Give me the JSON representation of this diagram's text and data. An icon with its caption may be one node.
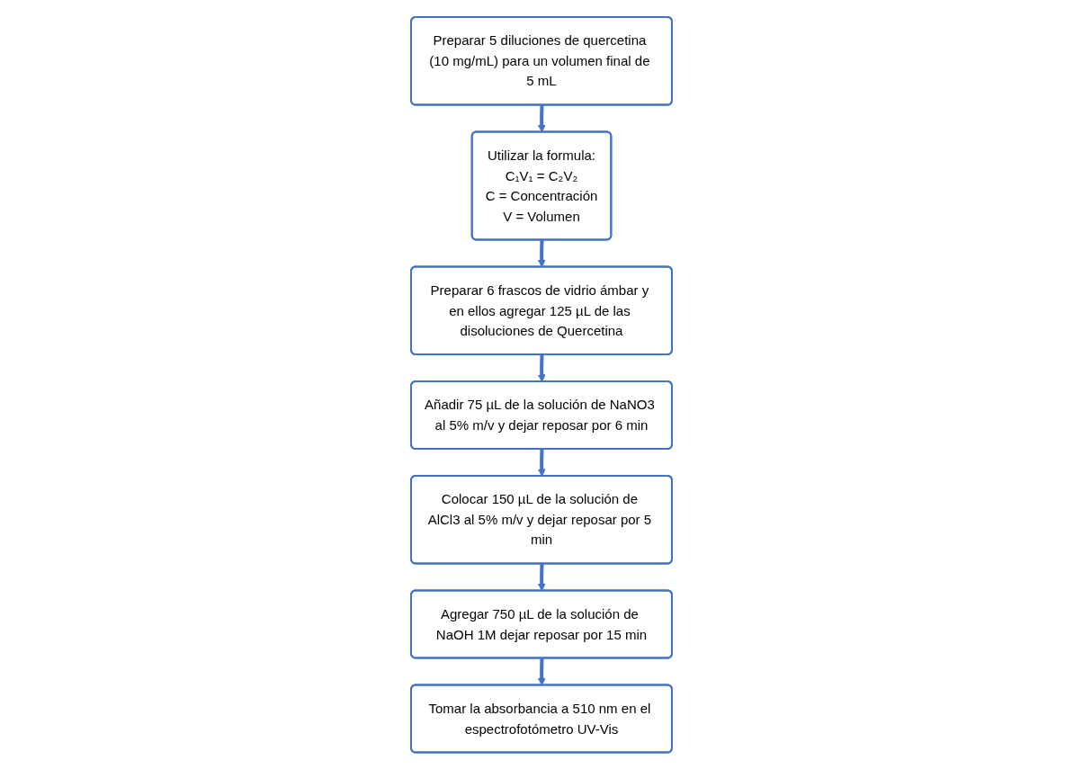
{
  "diagram": {
    "nodes": [
      {
        "text": [
          "Preparar 5 diluciones de quercetina (10 mg/mL) para un volumen final de 5 mL"
        ]
      },
      {
        "text": [
          "Utilizar la formula:",
          "C₁V₁ = C₂V₂",
          "C = Concentración",
          "V = Volumen"
        ]
      },
      {
        "text": [
          "Preparar 6 frascos de vidrio ámbar y en ellos agregar 125 µL de las disoluciones de Quercetina"
        ]
      },
      {
        "text": [
          "Añadir 75 µL de la solución de NaNO3 al 5% m/v y dejar reposar por 6 min"
        ]
      },
      {
        "text": [
          "Colocar 150 µL de la solución de AlCl3 al 5% m/v y dejar reposar por 5 min"
        ]
      },
      {
        "text": [
          "Agregar 750 µL de la solución de NaOH 1M dejar reposar por 15 min"
        ]
      },
      {
        "text": [
          "Tomar la absorbancia a 510 nm en el espectrofotómetro UV-Vis"
        ]
      }
    ],
    "edges": [
      {
        "from": 0,
        "to": 1,
        "arrow": "to"
      },
      {
        "from": 1,
        "to": 2,
        "arrow": "to"
      },
      {
        "from": 2,
        "to": 3,
        "arrow": "to"
      },
      {
        "from": 3,
        "to": 4,
        "arrow": "to"
      },
      {
        "from": 4,
        "to": 5,
        "arrow": "to"
      },
      {
        "from": 5,
        "to": 6,
        "arrow": "to"
      }
    ]
  }
}
